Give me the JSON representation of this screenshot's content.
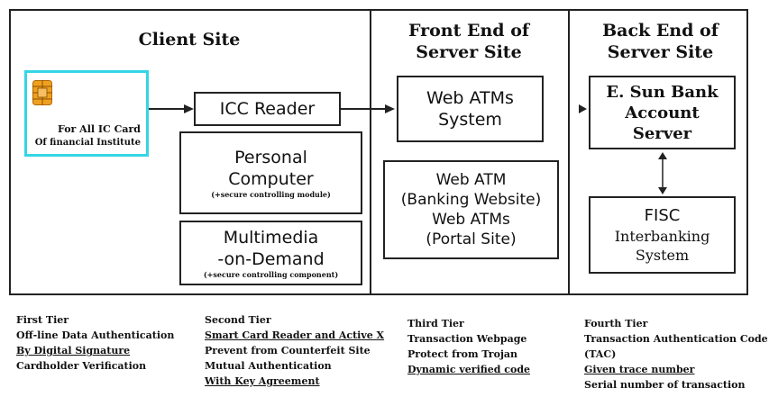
{
  "sections": {
    "client": "Client Site",
    "front_l1": "Front End of",
    "front_l2": "Server Site",
    "back_l1": "Back End of",
    "back_l2": "Server Site"
  },
  "card": {
    "line1": "For All IC Card",
    "line2": "Of financial Institute"
  },
  "icc_reader": "ICC Reader",
  "pc": {
    "line1": "Personal",
    "line2": "Computer",
    "note": "(+secure controlling module)"
  },
  "mod": {
    "line1": "Multimedia",
    "line2": "-on-Demand",
    "note": "(+secure controlling component)"
  },
  "webatms_system": {
    "line1": "Web ATMs",
    "line2": "System"
  },
  "webatm_box": {
    "line1": "Web ATM",
    "line2": "(Banking Website)",
    "line3": "Web ATMs",
    "line4": "(Portal Site)"
  },
  "esun": {
    "line1": "E. Sun Bank",
    "line2": "Account",
    "line3": "Server"
  },
  "fisc": {
    "line1": "FISC",
    "line2": "Interbanking",
    "line3": "System"
  },
  "tiers": {
    "t1": [
      "First Tier",
      "Off-line Data Authentication",
      "By Digital Signature",
      "Cardholder Verification"
    ],
    "t2": [
      "Second Tier",
      "Smart Card Reader and Active X",
      "Prevent from Counterfeit Site",
      "Mutual Authentication",
      "With Key Agreement"
    ],
    "t3": [
      "Third Tier",
      "Transaction Webpage",
      "Protect from Trojan",
      "Dynamic verified code"
    ],
    "t4": [
      "Fourth Tier",
      "Transaction Authentication Code",
      "(TAC)",
      "Given trace number",
      "Serial number of transaction"
    ]
  },
  "colors": {
    "card_border": "#35d5e6",
    "chip": "#f0a020",
    "line": "#222222"
  }
}
